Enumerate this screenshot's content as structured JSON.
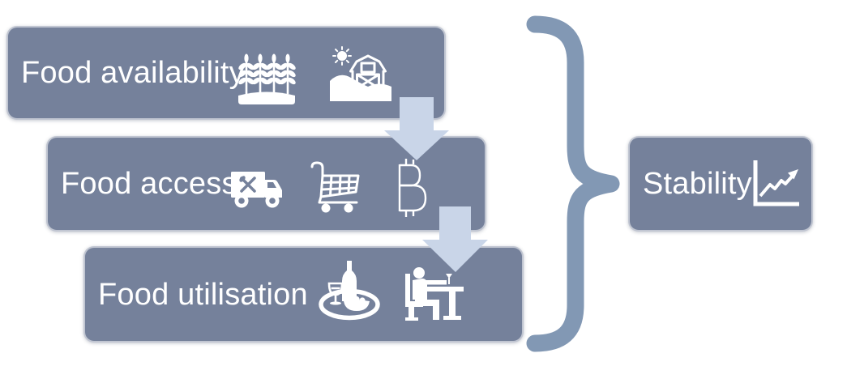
{
  "diagram": {
    "boxes": [
      {
        "label": "Food availability",
        "icons": [
          "wheat-field-icon",
          "farm-barn-icon"
        ]
      },
      {
        "label": "Food access",
        "icons": [
          "food-truck-icon",
          "shopping-cart-icon",
          "bitcoin-icon"
        ]
      },
      {
        "label": "Food utilisation",
        "icons": [
          "meal-plate-icon",
          "person-dining-icon"
        ]
      }
    ],
    "connector": {
      "type": "curly-brace"
    },
    "result": {
      "label": "Stability",
      "icon": "trend-chart-icon"
    },
    "colors": {
      "box_fill": "#75819B",
      "arrow_fill": "#C9D5E8",
      "brace_stroke": "#8298B4",
      "glyph": "#FFFFFF",
      "background": "#FFFFFF"
    }
  }
}
